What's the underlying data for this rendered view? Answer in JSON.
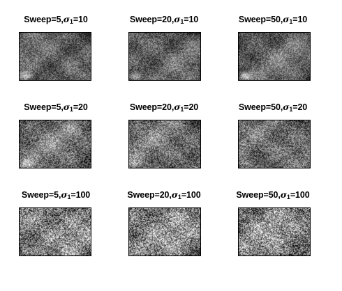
{
  "figure": {
    "panels": [
      {
        "sweep_label": "Sweep=5,",
        "sigma_symbol": "σ",
        "sigma_sub": "1",
        "sigma_value": "=10",
        "noise": 0.35,
        "blob": 1
      },
      {
        "sweep_label": "Sweep=20,",
        "sigma_symbol": "σ",
        "sigma_sub": "1",
        "sigma_value": "=10",
        "noise": 0.35,
        "blob": 1
      },
      {
        "sweep_label": "Sweep=50,",
        "sigma_symbol": "σ",
        "sigma_sub": "1",
        "sigma_value": "=10",
        "noise": 0.35,
        "blob": 1
      },
      {
        "sweep_label": "Sweep=5,",
        "sigma_symbol": "σ",
        "sigma_sub": "1",
        "sigma_value": "=20",
        "noise": 0.6,
        "blob": 0.6
      },
      {
        "sweep_label": "Sweep=20,",
        "sigma_symbol": "σ",
        "sigma_sub": "1",
        "sigma_value": "=20",
        "noise": 0.6,
        "blob": 0.6
      },
      {
        "sweep_label": "Sweep=50,",
        "sigma_symbol": "σ",
        "sigma_sub": "1",
        "sigma_value": "=20",
        "noise": 0.6,
        "blob": 0.5
      },
      {
        "sweep_label": "Sweep=5,",
        "sigma_symbol": "σ",
        "sigma_sub": "1",
        "sigma_value": "=100",
        "noise": 1.0,
        "blob": 0.1
      },
      {
        "sweep_label": "Sweep=20,",
        "sigma_symbol": "σ",
        "sigma_sub": "1",
        "sigma_value": "=100",
        "noise": 1.0,
        "blob": 0.0
      },
      {
        "sweep_label": "Sweep=50,",
        "sigma_symbol": "σ",
        "sigma_sub": "1",
        "sigma_value": "=100",
        "noise": 1.0,
        "blob": 0.0
      }
    ]
  }
}
